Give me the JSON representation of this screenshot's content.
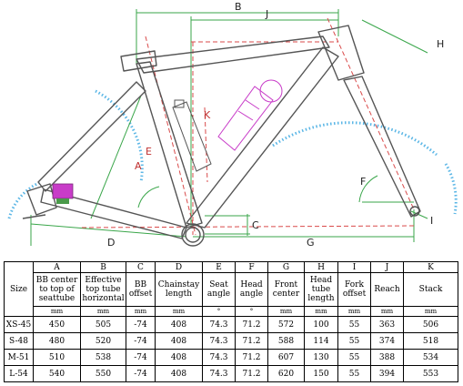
{
  "diagram": {
    "dimension_letters": [
      "B",
      "J",
      "K",
      "A",
      "E",
      "F",
      "H",
      "I",
      "D",
      "C",
      "G"
    ],
    "colors": {
      "frame_stroke": "#555555",
      "dimension_green": "#3aa64a",
      "dimension_red": "#d94a4a",
      "arc_blue": "#5ab6e6",
      "bottle_magenta": "#c83cc8",
      "caliper_magenta": "#c83cc8"
    }
  },
  "table": {
    "size_header": "Size",
    "columns": [
      {
        "letter": "A",
        "lines": [
          "BB center",
          "to top of",
          "seattube"
        ],
        "unit": "mm"
      },
      {
        "letter": "B",
        "lines": [
          "Effective",
          "top tube",
          "horizontal"
        ],
        "unit": "mm"
      },
      {
        "letter": "C",
        "lines": [
          "BB",
          "offset"
        ],
        "unit": "mm"
      },
      {
        "letter": "D",
        "lines": [
          "Chainstay",
          "length"
        ],
        "unit": "mm"
      },
      {
        "letter": "E",
        "lines": [
          "Seat",
          "angle"
        ],
        "unit": "°"
      },
      {
        "letter": "F",
        "lines": [
          "Head",
          "angle"
        ],
        "unit": "°"
      },
      {
        "letter": "G",
        "lines": [
          "Front",
          "center"
        ],
        "unit": "mm"
      },
      {
        "letter": "H",
        "lines": [
          "Head",
          "tube",
          "length"
        ],
        "unit": "mm"
      },
      {
        "letter": "I",
        "lines": [
          "Fork",
          "offset"
        ],
        "unit": "mm"
      },
      {
        "letter": "J",
        "lines": [
          "Reach"
        ],
        "unit": "mm"
      },
      {
        "letter": "K",
        "lines": [
          "Stack"
        ],
        "unit": "mm"
      }
    ],
    "rows": [
      {
        "size": "XS-45",
        "values": [
          "450",
          "505",
          "-74",
          "408",
          "74.3",
          "71.2",
          "572",
          "100",
          "55",
          "363",
          "506"
        ]
      },
      {
        "size": "S-48",
        "values": [
          "480",
          "520",
          "-74",
          "408",
          "74.3",
          "71.2",
          "588",
          "114",
          "55",
          "374",
          "518"
        ]
      },
      {
        "size": "M-51",
        "values": [
          "510",
          "538",
          "-74",
          "408",
          "74.3",
          "71.2",
          "607",
          "130",
          "55",
          "388",
          "534"
        ]
      },
      {
        "size": "L-54",
        "values": [
          "540",
          "550",
          "-74",
          "408",
          "74.3",
          "71.2",
          "620",
          "150",
          "55",
          "394",
          "553"
        ]
      }
    ]
  }
}
